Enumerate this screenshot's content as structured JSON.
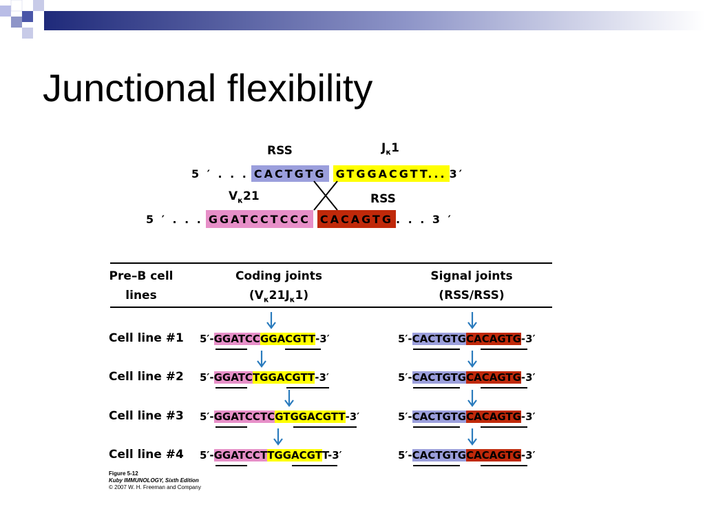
{
  "slide": {
    "title": "Junctional flexibility"
  },
  "top_diagram": {
    "rss_label_top": "RSS",
    "jk1_label_main": "J",
    "jk1_label_sub": "κ",
    "jk1_label_num": "1",
    "row1": {
      "prefix": "5 ′ . . .",
      "rss_seq": "CACTGTG",
      "jk_seq": "GTGGACGTT...",
      "suffix": "3′"
    },
    "vk21_label_main": "V",
    "vk21_label_sub": "κ",
    "vk21_label_num": "21",
    "rss_label_bottom": "RSS",
    "row2": {
      "prefix": "5 ′ . . .",
      "vk_seq": "GGATCCTCCC",
      "rss_seq": "CACAGTG",
      "suffix": ". . . 3 ′"
    }
  },
  "table": {
    "col1_line1": "Pre–B cell",
    "col1_line2": "lines",
    "col2_line1": "Coding joints",
    "col2_line2_a": "(V",
    "col2_line2_sub1": "κ",
    "col2_line2_b": "21J",
    "col2_line2_sub2": "κ",
    "col2_line2_c": "1)",
    "col3_line1": "Signal joints",
    "col3_line2": "(RSS/RSS)",
    "rows": [
      {
        "label": "Cell line #1",
        "coding": {
          "prefix": "5′-",
          "pink": "GGATCC",
          "yellow": "GGACGTT",
          "suffix": "-3′"
        },
        "signal": {
          "prefix": "5′-",
          "purple": "CACTGTG",
          "red": "CACAGTG",
          "suffix": "-3′"
        }
      },
      {
        "label": "Cell line #2",
        "coding": {
          "prefix": "5′-",
          "pink": "GGATC",
          "yellow": "TGGACGTT",
          "suffix": "-3′"
        },
        "signal": {
          "prefix": "5′-",
          "purple": "CACTGTG",
          "red": "CACAGTG",
          "suffix": "-3′"
        }
      },
      {
        "label": "Cell line #3",
        "coding": {
          "prefix": "5′-",
          "pink": "GGATCCTC",
          "yellow": "GTGGACGTT",
          "suffix": "-3′"
        },
        "signal": {
          "prefix": "5′-",
          "purple": "CACTGTG",
          "red": "CACAGTG",
          "suffix": "-3′"
        }
      },
      {
        "label": "Cell line #4",
        "coding": {
          "prefix": "5′-",
          "pink": "GGATCCT",
          "yellow": "TGGACGT",
          "suffix": "T-3′"
        },
        "signal": {
          "prefix": "5′-",
          "purple": "CACTGTG",
          "red": "CACAGTG",
          "suffix": "-3′"
        }
      }
    ]
  },
  "caption": {
    "figure": "Figure 5-12",
    "book": "Kuby IMMUNOLOGY, Sixth Edition",
    "copyright": "© 2007 W. H. Freeman and Company"
  },
  "colors": {
    "rss_purple": "#9b9fdc",
    "j_yellow": "#ffff00",
    "v_pink": "#e78fc8",
    "rss_red": "#c0290a",
    "arrow_blue": "#2a7bbd",
    "deco_navy": "#1f2a7a"
  }
}
